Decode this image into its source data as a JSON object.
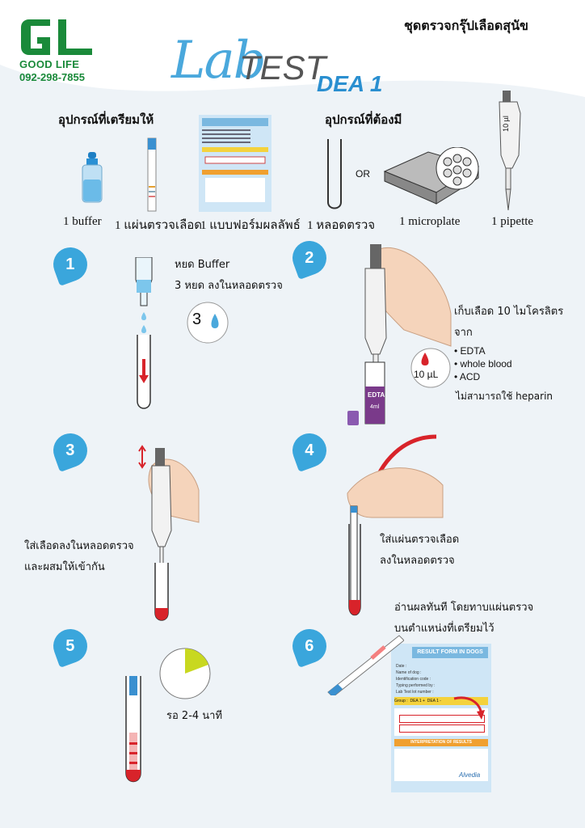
{
  "header": {
    "brand": "GOOD LIFE",
    "phone": "092-298-7855",
    "title_th": "ชุดตรวจกรุ๊ปเลือดสุนัข",
    "product_lab": "Lab",
    "product_test": "TEST",
    "product_dea": "DEA 1"
  },
  "equipment": {
    "provided_heading": "อุปกรณ์ที่เตรียมให้",
    "required_heading": "อุปกรณ์ที่ต้องมี",
    "or_text": "OR",
    "pipette_volume": "10 µl",
    "items": [
      {
        "label": "1 buffer"
      },
      {
        "label": "1 แผ่นตรวจเลือด"
      },
      {
        "label": "1 แบบฟอร์มผลลัพธ์"
      },
      {
        "label": "1 หลอดตรวจ"
      },
      {
        "label": "1 microplate"
      },
      {
        "label": "1 pipette"
      }
    ]
  },
  "steps": {
    "s1": {
      "num": "1",
      "line1": "หยด Buffer",
      "line2": "3 หยด ลงในหลอดตรวจ",
      "drops": "3"
    },
    "s2": {
      "num": "2",
      "line1": "เก็บเลือด 10 ไมโครลิตร",
      "line2": "จาก",
      "bullets": [
        "EDTA",
        "whole blood",
        "ACD"
      ],
      "note": "ไม่สามารถใช้ heparin",
      "volume": "10 µL",
      "tube_label": "EDTA",
      "tube_ml": "4ml"
    },
    "s3": {
      "num": "3",
      "line1": "ใส่เลือดลงในหลอดตรวจ",
      "line2": "และผสมให้เข้ากัน"
    },
    "s4": {
      "num": "4",
      "line1": "ใส่แผ่นตรวจเลือด",
      "line2": "ลงในหลอดตรวจ"
    },
    "s5": {
      "num": "5",
      "wait": "รอ 2-4 นาที"
    },
    "s6": {
      "num": "6",
      "line1": "อ่านผลทันที โดยทาบแผ่นตรวจ",
      "line2": "บนตำแหน่งที่เตรียมไว้"
    }
  },
  "result_form": {
    "title": "RESULT FORM IN DOGS",
    "fields": [
      "Date :",
      "Name of dog :",
      "Identification code :",
      "Typing performed by :",
      "Lab Test lot number :"
    ],
    "group_label": "Group :",
    "dea_pos": "DEA 1 +",
    "dea_neg": "DEA 1 -",
    "interpretation": "INTERPRETATION OF RESULTS",
    "maker": "Alvedia"
  },
  "colors": {
    "accent_blue": "#3aa6dc",
    "brand_green": "#1a8a3a",
    "blood_red": "#d8232a",
    "form_yellow": "#f4d23c"
  }
}
